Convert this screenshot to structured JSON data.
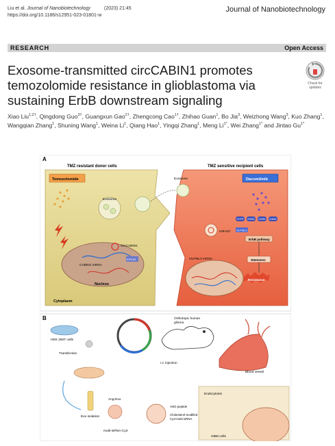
{
  "header": {
    "citation_authors": "Liu et al.",
    "journal_abbrev": "Journal of Nanobiotechnology",
    "year_page": "(2023) 21:45",
    "doi": "https://doi.org/10.1186/s12951-023-01801-w",
    "journal_name": "Journal of Nanobiotechnology"
  },
  "band": {
    "article_type": "RESEARCH",
    "access": "Open Access"
  },
  "badge": {
    "text": "Check for updates"
  },
  "title": "Exosome-transmitted circCABIN1 promotes temozolomide resistance in glioblastoma via sustaining ErbB downstream signaling",
  "authors": [
    {
      "name": "Xiao Liu",
      "sup": "1,2†"
    },
    {
      "name": "Qingdong Guo",
      "sup": "3†"
    },
    {
      "name": "Guangxun Gao",
      "sup": "2†"
    },
    {
      "name": "Zhengcong Cao",
      "sup": "1†"
    },
    {
      "name": "Zhihao Guan",
      "sup": "1"
    },
    {
      "name": "Bo Jia",
      "sup": "3"
    },
    {
      "name": "Weizhong Wang",
      "sup": "3"
    },
    {
      "name": "Kuo Zhang",
      "sup": "1"
    },
    {
      "name": "Wangqian Zhang",
      "sup": "1"
    },
    {
      "name": "Shuning Wang",
      "sup": "1"
    },
    {
      "name": "Weina Li",
      "sup": "1"
    },
    {
      "name": "Qiang Hao",
      "sup": "1"
    },
    {
      "name": "Yingqi Zhang",
      "sup": "1"
    },
    {
      "name": "Meng Li",
      "sup": "1*"
    },
    {
      "name": "Wei Zhang",
      "sup": "1*"
    },
    {
      "name": "Jintao Gu",
      "sup": "1*"
    }
  ],
  "figure": {
    "panel_a": {
      "label": "A",
      "donor_title": "TMZ resistant donor cells",
      "recipient_title": "TMZ sensitive recipient cells",
      "drug_left": "Temozolomide",
      "drug_right": "Dacomitinib",
      "exosome": "Exosome",
      "exosome_inner": "Exosome",
      "circ": "circCABIN1",
      "mrna": "CABIN1 mRNA",
      "eif4a3": "EIF4A3",
      "nucleus": "Nucleus",
      "cytoplasm": "Cytoplasm",
      "mir": "miR-637",
      "olfml3": "OLFML3",
      "olfml3_mrna": "OLFML3 mRNA",
      "erbb": "ErbB pathway",
      "stemness": "Stemness",
      "resistance": "Resistance",
      "receptors": [
        "EGFR",
        "ErbB2",
        "ErbB3",
        "ErbB4"
      ]
    },
    "panel_b": {
      "label": "B",
      "hek": "HEK 293T cells",
      "transfection": "Transfection",
      "exo_isolation": "Exo isolation",
      "ang_exo": "Ang-Exo",
      "ang_peptide": "ANG peptide",
      "chol": "Cholesterol-modified",
      "chol2": "Cy3-multi-siRNA",
      "multi_sirna": "multi-siRNA-Cy3",
      "orthotopic": "Orthotopic human",
      "glioma": "glioma",
      "iv": "i.v. injection",
      "blood_vessel": "Blood vessel",
      "endocytosis": "Endocytosis",
      "gbm": "GBM cells"
    }
  },
  "colors": {
    "band": "#d3d3d3",
    "donor_cell": "#e8dc9c",
    "recipient_cell": "#f07a5a",
    "nucleus_left": "#c9a38a",
    "nucleus_right": "#e9c4a8",
    "drug_box_left": "#f3a04a",
    "drug_box_right": "#3a6fd8"
  }
}
